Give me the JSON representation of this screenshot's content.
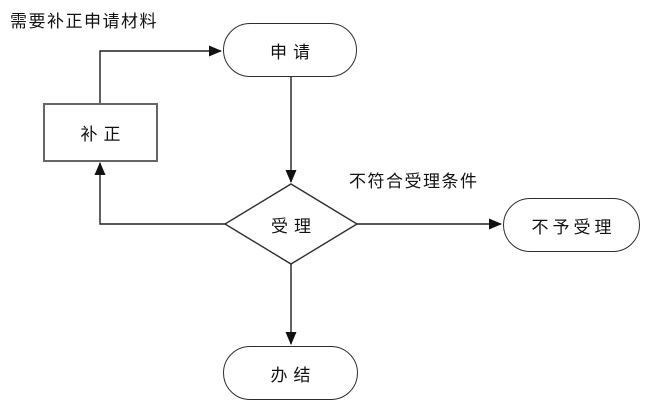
{
  "diagram": {
    "type": "flowchart",
    "background": "#ffffff",
    "line_color": "#1f1f1f",
    "process_border_color": "#666666",
    "nodes": {
      "apply": {
        "label": "申请",
        "shape": "terminator"
      },
      "correct": {
        "label": "补正",
        "shape": "process"
      },
      "review": {
        "label": "受理",
        "shape": "decision"
      },
      "reject": {
        "label": "不予受理",
        "shape": "terminator"
      },
      "done": {
        "label": "办结",
        "shape": "terminator"
      }
    },
    "edges": [
      {
        "id": "apply-to-review",
        "from": "apply",
        "to": "review",
        "label": ""
      },
      {
        "id": "review-to-correct",
        "from": "review",
        "to": "correct",
        "label": "需要补正申请材料"
      },
      {
        "id": "correct-to-apply",
        "from": "correct",
        "to": "apply",
        "label": ""
      },
      {
        "id": "review-to-reject",
        "from": "review",
        "to": "reject",
        "label": "不符合受理条件"
      },
      {
        "id": "review-to-done",
        "from": "review",
        "to": "done",
        "label": ""
      }
    ]
  }
}
